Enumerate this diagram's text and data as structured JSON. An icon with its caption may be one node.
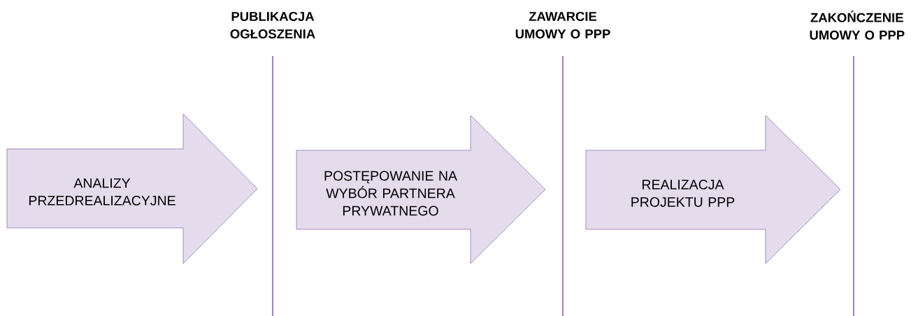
{
  "diagram": {
    "nodes": [
      {
        "text": [
          "ANALIZY PRZEDREALIZACYJNE"
        ]
      },
      {
        "text": [
          "POSTĘPOWANIE NA WYBÓR PARTNERA PRYWATNEGO"
        ]
      },
      {
        "text": [
          "REALIZACJA PROJEKTU PPP"
        ]
      }
    ],
    "labels": [
      "PUBLIKACJA OGŁOSZENIA",
      "ZAWARCIE UMOWY O PPP",
      "ZAKOŃCZENIE UMOWY O PPP"
    ]
  }
}
